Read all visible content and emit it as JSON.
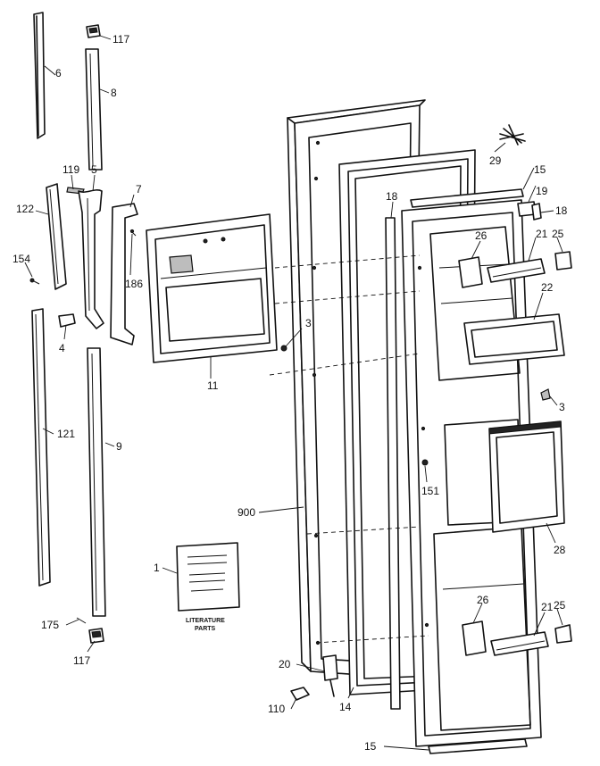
{
  "callouts": {
    "p117_top": "117",
    "p6": "6",
    "p8": "8",
    "p119": "119",
    "p5": "5",
    "p7": "7",
    "p122": "122",
    "p154": "154",
    "p186": "186",
    "p3_left": "3",
    "p4": "4",
    "p11": "11",
    "p121": "121",
    "p9": "9",
    "p900": "900",
    "p1": "1",
    "p175": "175",
    "p117_bottom": "117",
    "p20": "20",
    "p110": "110",
    "p14": "14",
    "p15_bottom": "15",
    "p29": "29",
    "p15_top": "15",
    "p19": "19",
    "p18_right": "18",
    "p18_gasket": "18",
    "p26_top": "26",
    "p21_top": "21",
    "p25_top": "25",
    "p22": "22",
    "p3_right": "3",
    "p151": "151",
    "p28": "28",
    "p21_bottom": "21",
    "p25_bottom": "25",
    "p26_bottom": "26"
  },
  "literature_booklet": {
    "caption_line1": "LITERATURE",
    "caption_line2": "PARTS"
  }
}
